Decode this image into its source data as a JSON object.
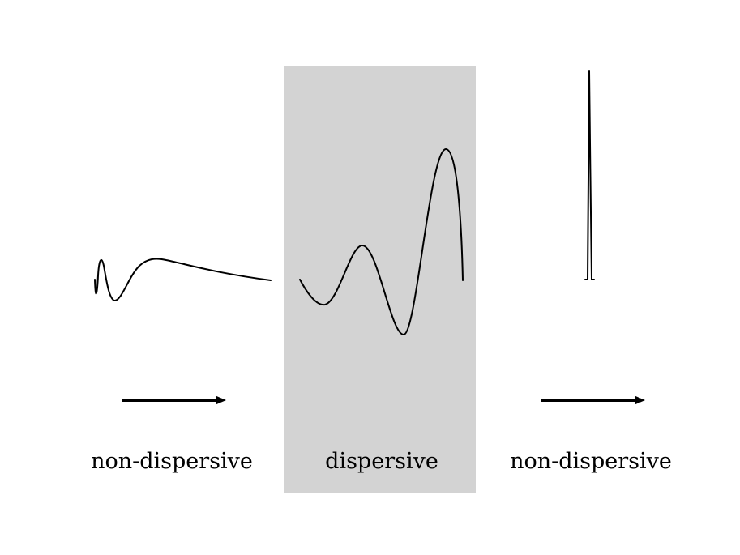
{
  "labels": {
    "left": "non-dispersive",
    "middle": "dispersive",
    "right": "non-dispersive"
  },
  "colors": {
    "dispersive_region": "#d3d3d3",
    "stroke": "#000000",
    "background": "#ffffff"
  }
}
